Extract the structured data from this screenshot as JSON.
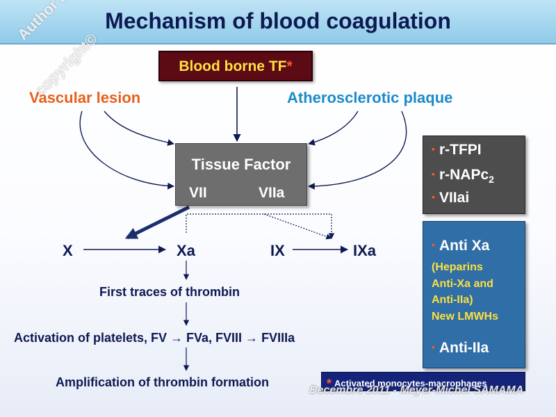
{
  "title": "Mechanism of blood coagulation",
  "watermark": {
    "line1": "Author's",
    "line2": "copyright©"
  },
  "sources": {
    "blood_borne": "Blood borne TF",
    "blood_borne_mark": "*",
    "vascular": "Vascular lesion",
    "athero": "Atherosclerotic plaque"
  },
  "tissue_factor": {
    "title": "Tissue Factor",
    "left": "VII",
    "right": "VIIa"
  },
  "factors": {
    "x": "X",
    "xa": "Xa",
    "ix": "IX",
    "ixa": "IXa"
  },
  "steps": {
    "step1": "First traces of thrombin",
    "step2": "Activation of platelets, FV → FVa, FVIII → FVIIIa",
    "step3": "Amplification of thrombin formation"
  },
  "inhibitors_gray": {
    "bullet": "▪",
    "i1": "r-TFPI",
    "i2_main": "r-NAPc",
    "i2_sub": "2",
    "i3": "VIIai"
  },
  "inhibitors_blue": {
    "bullet": "▪",
    "title": "Anti Xa",
    "sub1": "(Heparins",
    "sub2": "Anti-Xa and",
    "sub3": "Anti-IIa)",
    "sub4": "New LMWHs",
    "last": "Anti-IIa"
  },
  "footnote": {
    "mark": "*",
    "text": "Activated monocytes-macrophages"
  },
  "credit": "Decembre 2011 - Meyer-Michel SAMAMA",
  "colors": {
    "title": "#0d1a52",
    "vascular": "#e8601c",
    "athero": "#1b8bc9",
    "tf_box": "#5c0a14",
    "tf_text": "#ffe040",
    "tissue_box": "#6e6e6e",
    "inhibitor_gray": "#4d4d4d",
    "inhibitor_blue": "#2f6ea6",
    "footnote_box": "#14247a",
    "bullet": "#ff5a1e"
  }
}
